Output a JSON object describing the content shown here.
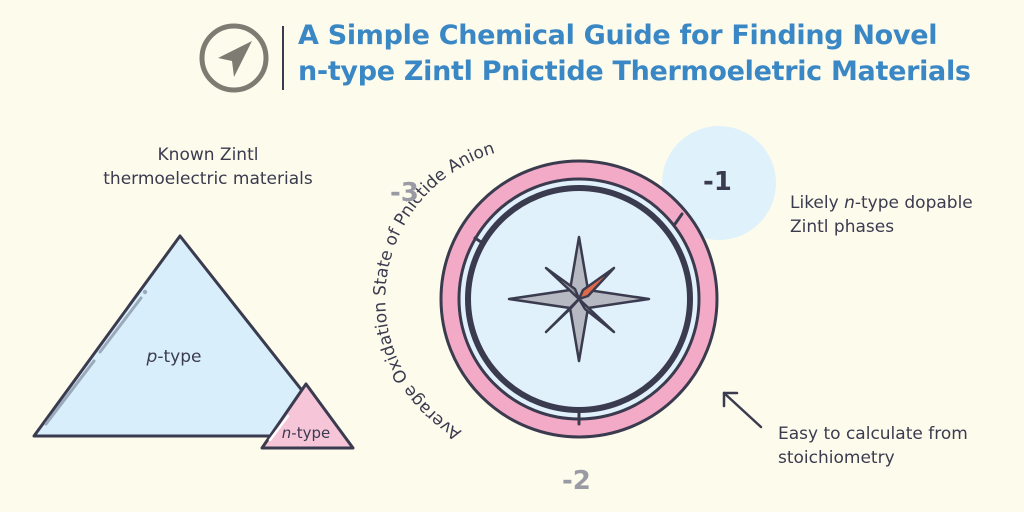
{
  "title": {
    "line1": "A Simple Chemical Guide for Finding Novel",
    "line2": "n-type Zintl Pnictide Thermoeletric Materials"
  },
  "left": {
    "heading_line1": "Known Zintl",
    "heading_line2": "thermoelectric materials",
    "p_type_italic": "p",
    "p_type_suffix": "-type",
    "n_type_italic": "n",
    "n_type_suffix": "-type"
  },
  "compass": {
    "arc_label": "Average Oxidation State of Pnictide Anion",
    "label_minus3": "-3",
    "label_minus2": "-2",
    "label_minus1": "-1"
  },
  "right": {
    "likely_prefix": "Likely ",
    "likely_italic": "n",
    "likely_suffix": "-type dopable",
    "likely_line2": "Zintl phases",
    "easy_line1": "Easy to calculate from",
    "easy_line2": "stoichiometry"
  },
  "colors": {
    "title_blue": "#3a87c5",
    "outline": "#3b3b4f",
    "pink": "#eea3c0",
    "light_blue": "#dff1fb",
    "needle_orange": "#e06a4a"
  },
  "icons": [
    "navigation-arrow-icon",
    "compass-rose-icon",
    "pointer-arrow-icon"
  ]
}
